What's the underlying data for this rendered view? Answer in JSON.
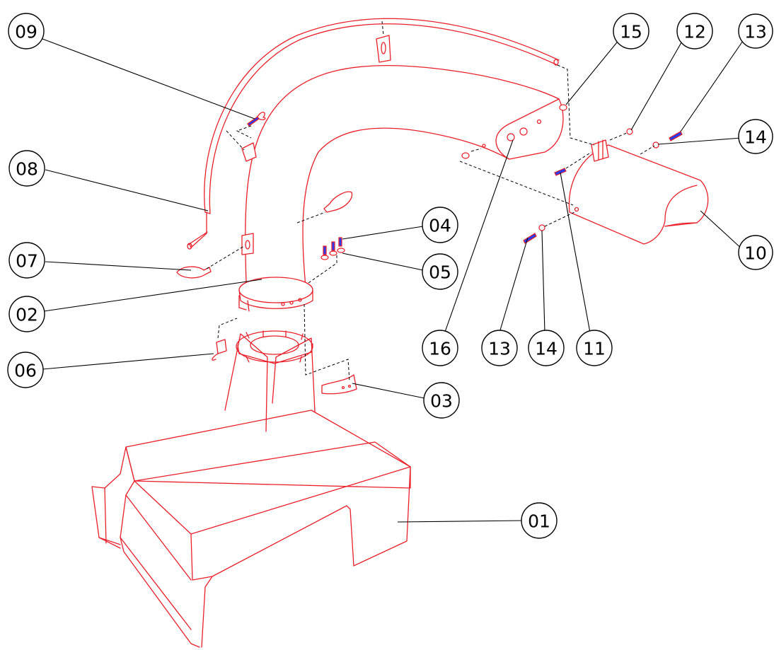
{
  "diagram": {
    "type": "exploded-assembly",
    "colors": {
      "part_outline": "#e8202a",
      "fastener_fill": "#2b3cf0",
      "leader": "#000000",
      "background": "#ffffff"
    },
    "callouts": [
      {
        "id": "c01",
        "label": "01"
      },
      {
        "id": "c02",
        "label": "02"
      },
      {
        "id": "c03",
        "label": "03"
      },
      {
        "id": "c04",
        "label": "04"
      },
      {
        "id": "c05",
        "label": "05"
      },
      {
        "id": "c06",
        "label": "06"
      },
      {
        "id": "c07",
        "label": "07"
      },
      {
        "id": "c08",
        "label": "08"
      },
      {
        "id": "c09",
        "label": "09"
      },
      {
        "id": "c10",
        "label": "10"
      },
      {
        "id": "c11",
        "label": "11"
      },
      {
        "id": "c12",
        "label": "12"
      },
      {
        "id": "c13a",
        "label": "13"
      },
      {
        "id": "c13b",
        "label": "13"
      },
      {
        "id": "c14a",
        "label": "14"
      },
      {
        "id": "c14b",
        "label": "14"
      },
      {
        "id": "c15",
        "label": "15"
      },
      {
        "id": "c16",
        "label": "16"
      }
    ]
  }
}
